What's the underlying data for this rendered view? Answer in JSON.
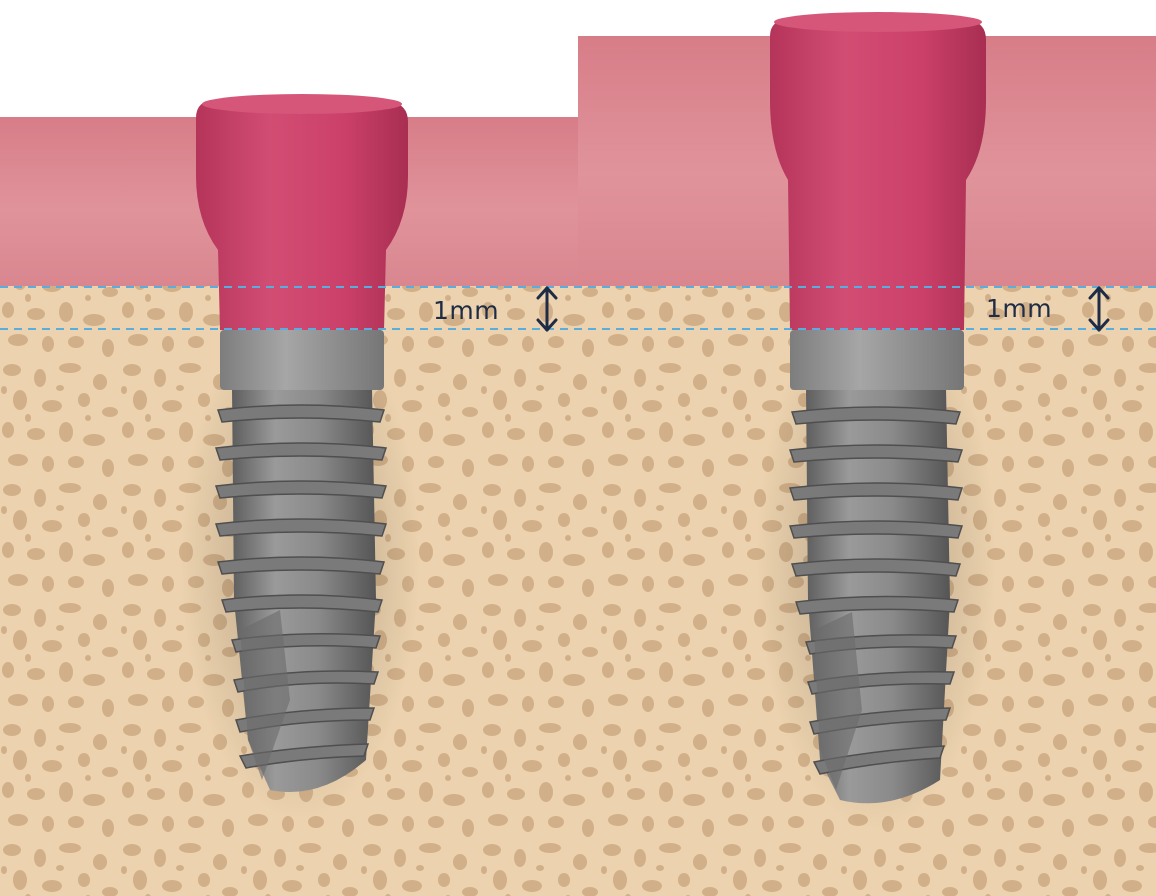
{
  "panels": [
    {
      "id": "left",
      "measurement": {
        "value": 1,
        "unit": "mm",
        "label": "1mm"
      }
    },
    {
      "id": "right",
      "measurement": {
        "value": 1,
        "unit": "mm",
        "label": "1mm"
      }
    }
  ],
  "colors": {
    "gingiva": "#db8a93",
    "gingiva_dark": "#c9737d",
    "bone": "#ecd2ae",
    "bone_pore": "#d1b089",
    "healing_cap": "#c9436a",
    "implant_metal": "#8a8a8a",
    "guide_line": "#5aaedd",
    "arrow": "#1e2c45"
  }
}
